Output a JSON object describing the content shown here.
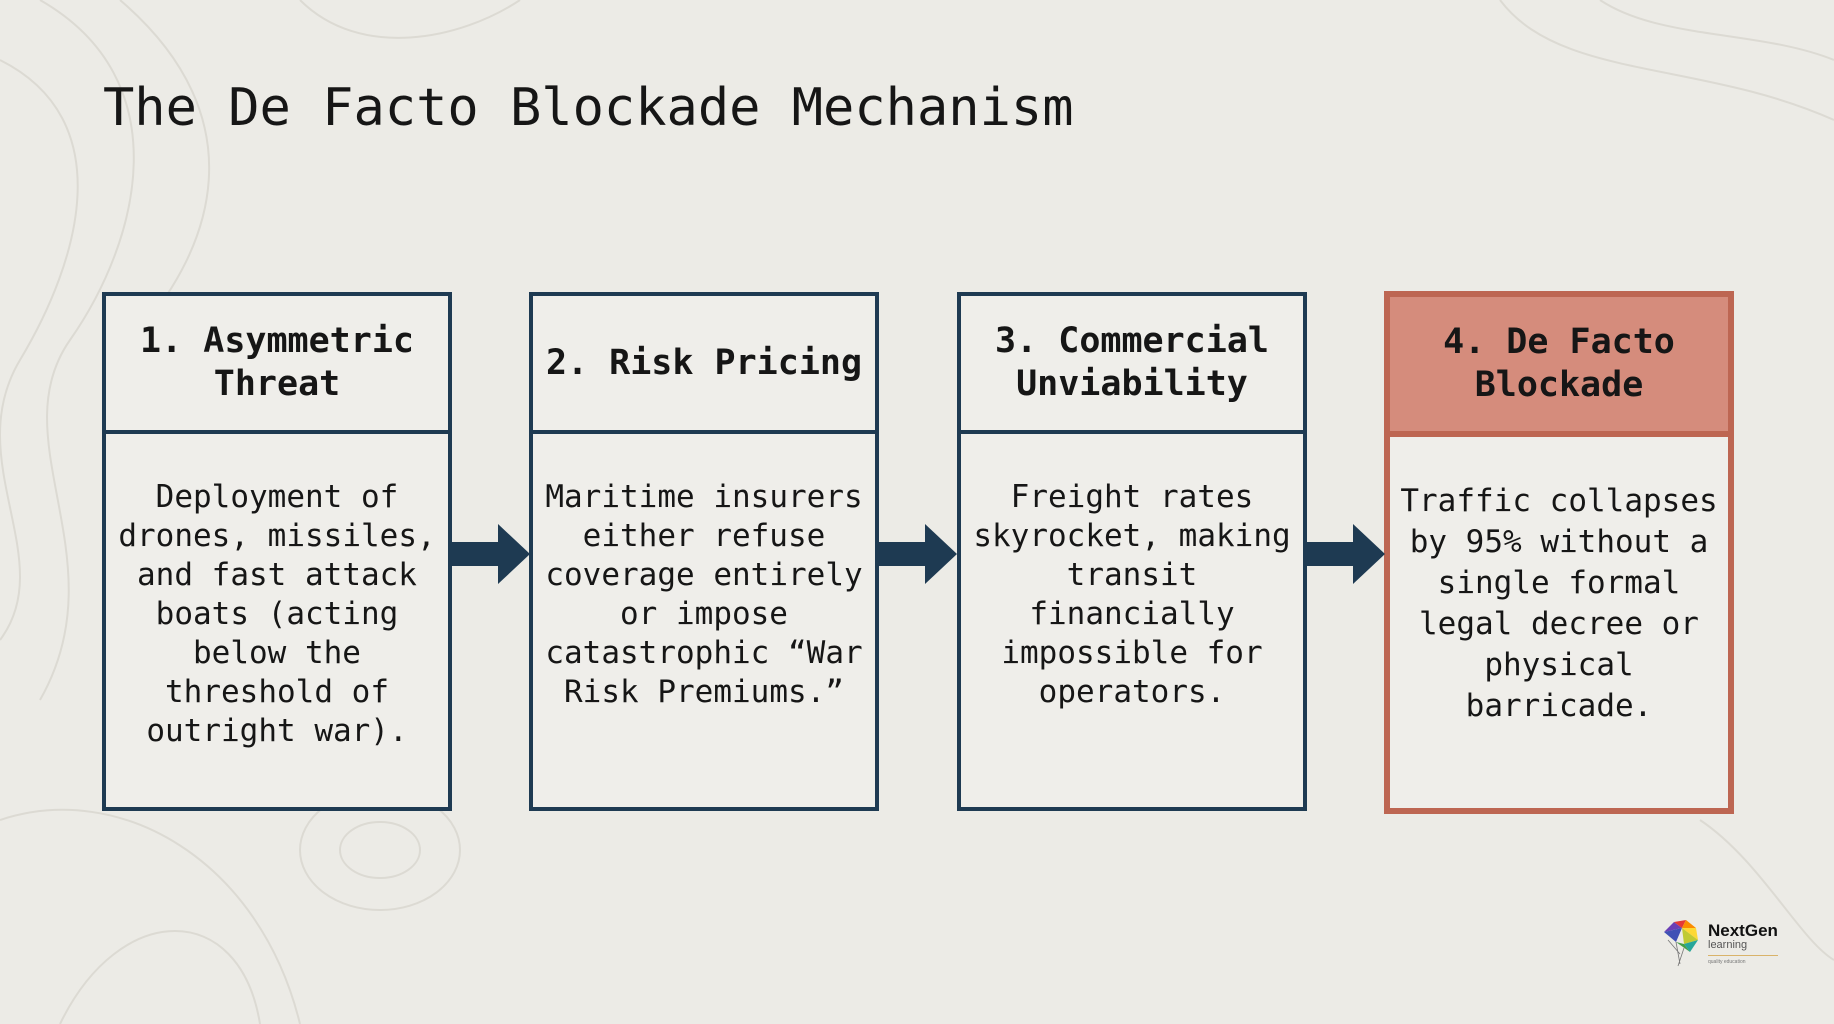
{
  "title": "The De Facto Blockade Mechanism",
  "steps": [
    {
      "heading": "1. Asymmetric Threat",
      "body": "Deployment of drones, missiles, and fast attack boats (acting below the threshold of outright war)."
    },
    {
      "heading": "2. Risk Pricing",
      "body": "Maritime insurers either refuse coverage entirely or impose catastrophic “War Risk Premiums.”"
    },
    {
      "heading": "3. Commercial Unviability",
      "body": "Freight rates skyrocket, making transit financially impossible for operators."
    },
    {
      "heading": "4. De Facto Blockade",
      "body": "Traffic collapses by 95% without a single formal legal decree or physical barricade."
    }
  ],
  "logo": {
    "name": "NextGen",
    "sub": "learning",
    "tagline": "quality education"
  },
  "colors": {
    "navy": "#1e3a52",
    "accent": "#d58c7c",
    "accent_border": "#bd6652",
    "background": "#ecebe6"
  }
}
